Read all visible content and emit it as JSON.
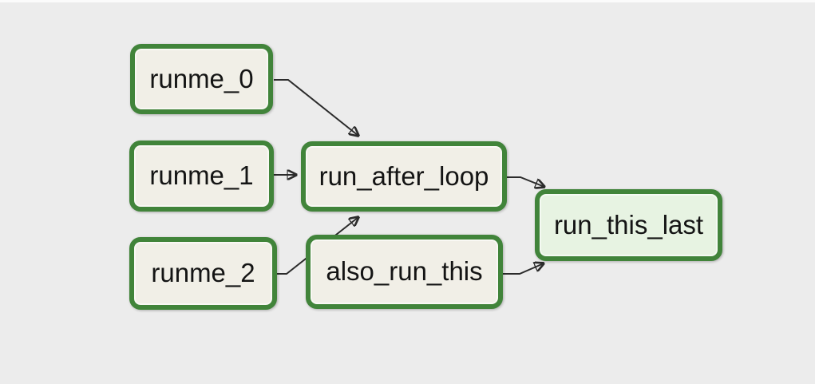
{
  "diagram": {
    "type": "dag-graph",
    "background_color": "#ececec",
    "node_border_color": "#41843a",
    "node_fill_color": "#f1efe7",
    "final_node_fill_color": "#e7f3e2",
    "edge_color": "#2b2b2b",
    "text_color": "#141414",
    "nodes": [
      {
        "id": "runme_0",
        "label": "runme_0"
      },
      {
        "id": "runme_1",
        "label": "runme_1"
      },
      {
        "id": "runme_2",
        "label": "runme_2"
      },
      {
        "id": "run_after_loop",
        "label": "run_after_loop"
      },
      {
        "id": "also_run_this",
        "label": "also_run_this"
      },
      {
        "id": "run_this_last",
        "label": "run_this_last"
      }
    ],
    "edges": [
      {
        "from": "runme_0",
        "to": "run_after_loop"
      },
      {
        "from": "runme_1",
        "to": "run_after_loop"
      },
      {
        "from": "runme_2",
        "to": "run_after_loop"
      },
      {
        "from": "run_after_loop",
        "to": "run_this_last"
      },
      {
        "from": "also_run_this",
        "to": "run_this_last"
      }
    ]
  }
}
